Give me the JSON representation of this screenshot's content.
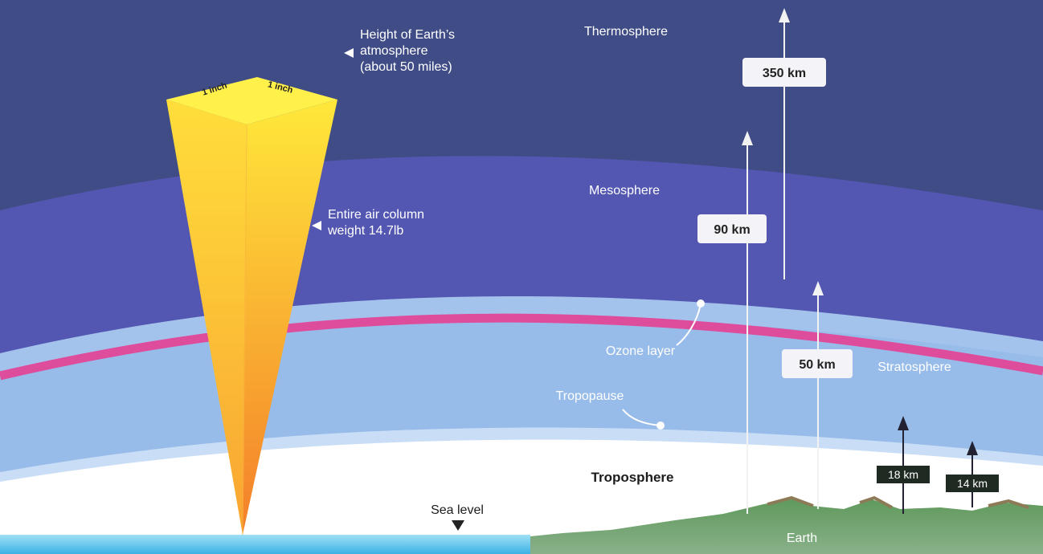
{
  "layers": {
    "thermosphere": "Thermosphere",
    "mesosphere": "Mesosphere",
    "stratosphere": "Stratosphere",
    "troposphere": "Troposphere",
    "tropopause": "Tropopause",
    "ozone_layer": "Ozone layer",
    "earth": "Earth",
    "sea_level": "Sea level"
  },
  "column": {
    "height_lines": [
      "Height of Earth’s",
      "atmosphere",
      "(about 50 miles)"
    ],
    "weight_lines": [
      "Entire air column",
      "weight 14.7lb"
    ],
    "inch_left": "1 inch",
    "inch_right": "1 inch"
  },
  "altitudes": {
    "thermo": "350 km",
    "meso": "90 km",
    "strato": "50 km",
    "tropo_tropical": "18 km",
    "tropo_polar": "14 km"
  },
  "colors": {
    "thermosphere": "#3f4c86",
    "mesosphere": "#5458b4",
    "stratosphere": "#a8c6ec",
    "ozone": "#de4d9c",
    "troposphere": "#ffffff",
    "sea": "#4fbde8",
    "land": "#6a9d6e",
    "column_top": "#ffe23a",
    "column_bottom": "#f4892c"
  }
}
